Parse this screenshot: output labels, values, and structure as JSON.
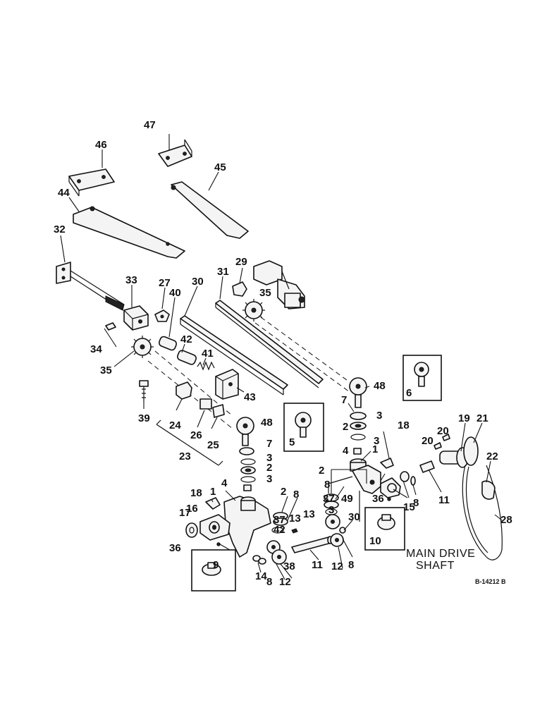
{
  "diagram": {
    "drawing_id": "B-14212 B",
    "main_drive_label_line1": "MAIN DRIVE",
    "main_drive_label_line2": "SHAFT",
    "callouts": {
      "c1a": "1",
      "c1b": "1",
      "c2a": "2",
      "c2b": "2",
      "c2c": "2",
      "c2d": "2",
      "c3a": "3",
      "c3b": "3",
      "c3c": "3",
      "c3d": "3",
      "c3e": "3",
      "c4a": "4",
      "c4b": "4",
      "c5": "5",
      "c6": "6",
      "c7a": "7",
      "c7b": "7",
      "c8a": "8",
      "c8b": "8",
      "c8c": "8",
      "c8d": "8",
      "c8e": "8",
      "c9": "9",
      "c10": "10",
      "c11a": "11",
      "c11b": "11",
      "c12a": "12",
      "c12b": "12",
      "c13a": "13",
      "c13b": "13",
      "c14": "14",
      "c15": "15",
      "c16": "16",
      "c17": "17",
      "c18a": "18",
      "c18b": "18",
      "c19": "19",
      "c20a": "20",
      "c20b": "20",
      "c21": "21",
      "c22": "22",
      "c23": "23",
      "c24": "24",
      "c25": "25",
      "c26": "26",
      "c27": "27",
      "c28": "28",
      "c29": "29",
      "c30": "30",
      "c30b": "30",
      "c31": "31",
      "c32": "32",
      "c33": "33",
      "c34": "34",
      "c35a": "35",
      "c35b": "35",
      "c36a": "36",
      "c36b": "36",
      "c37a": "37",
      "c37b": "37",
      "c38": "38",
      "c39": "39",
      "c40": "40",
      "c41": "41",
      "c42a": "42",
      "c42b": "42",
      "c43": "43",
      "c44": "44",
      "c45": "45",
      "c46": "46",
      "c47": "47",
      "c48a": "48",
      "c48b": "48",
      "c49": "49"
    }
  }
}
